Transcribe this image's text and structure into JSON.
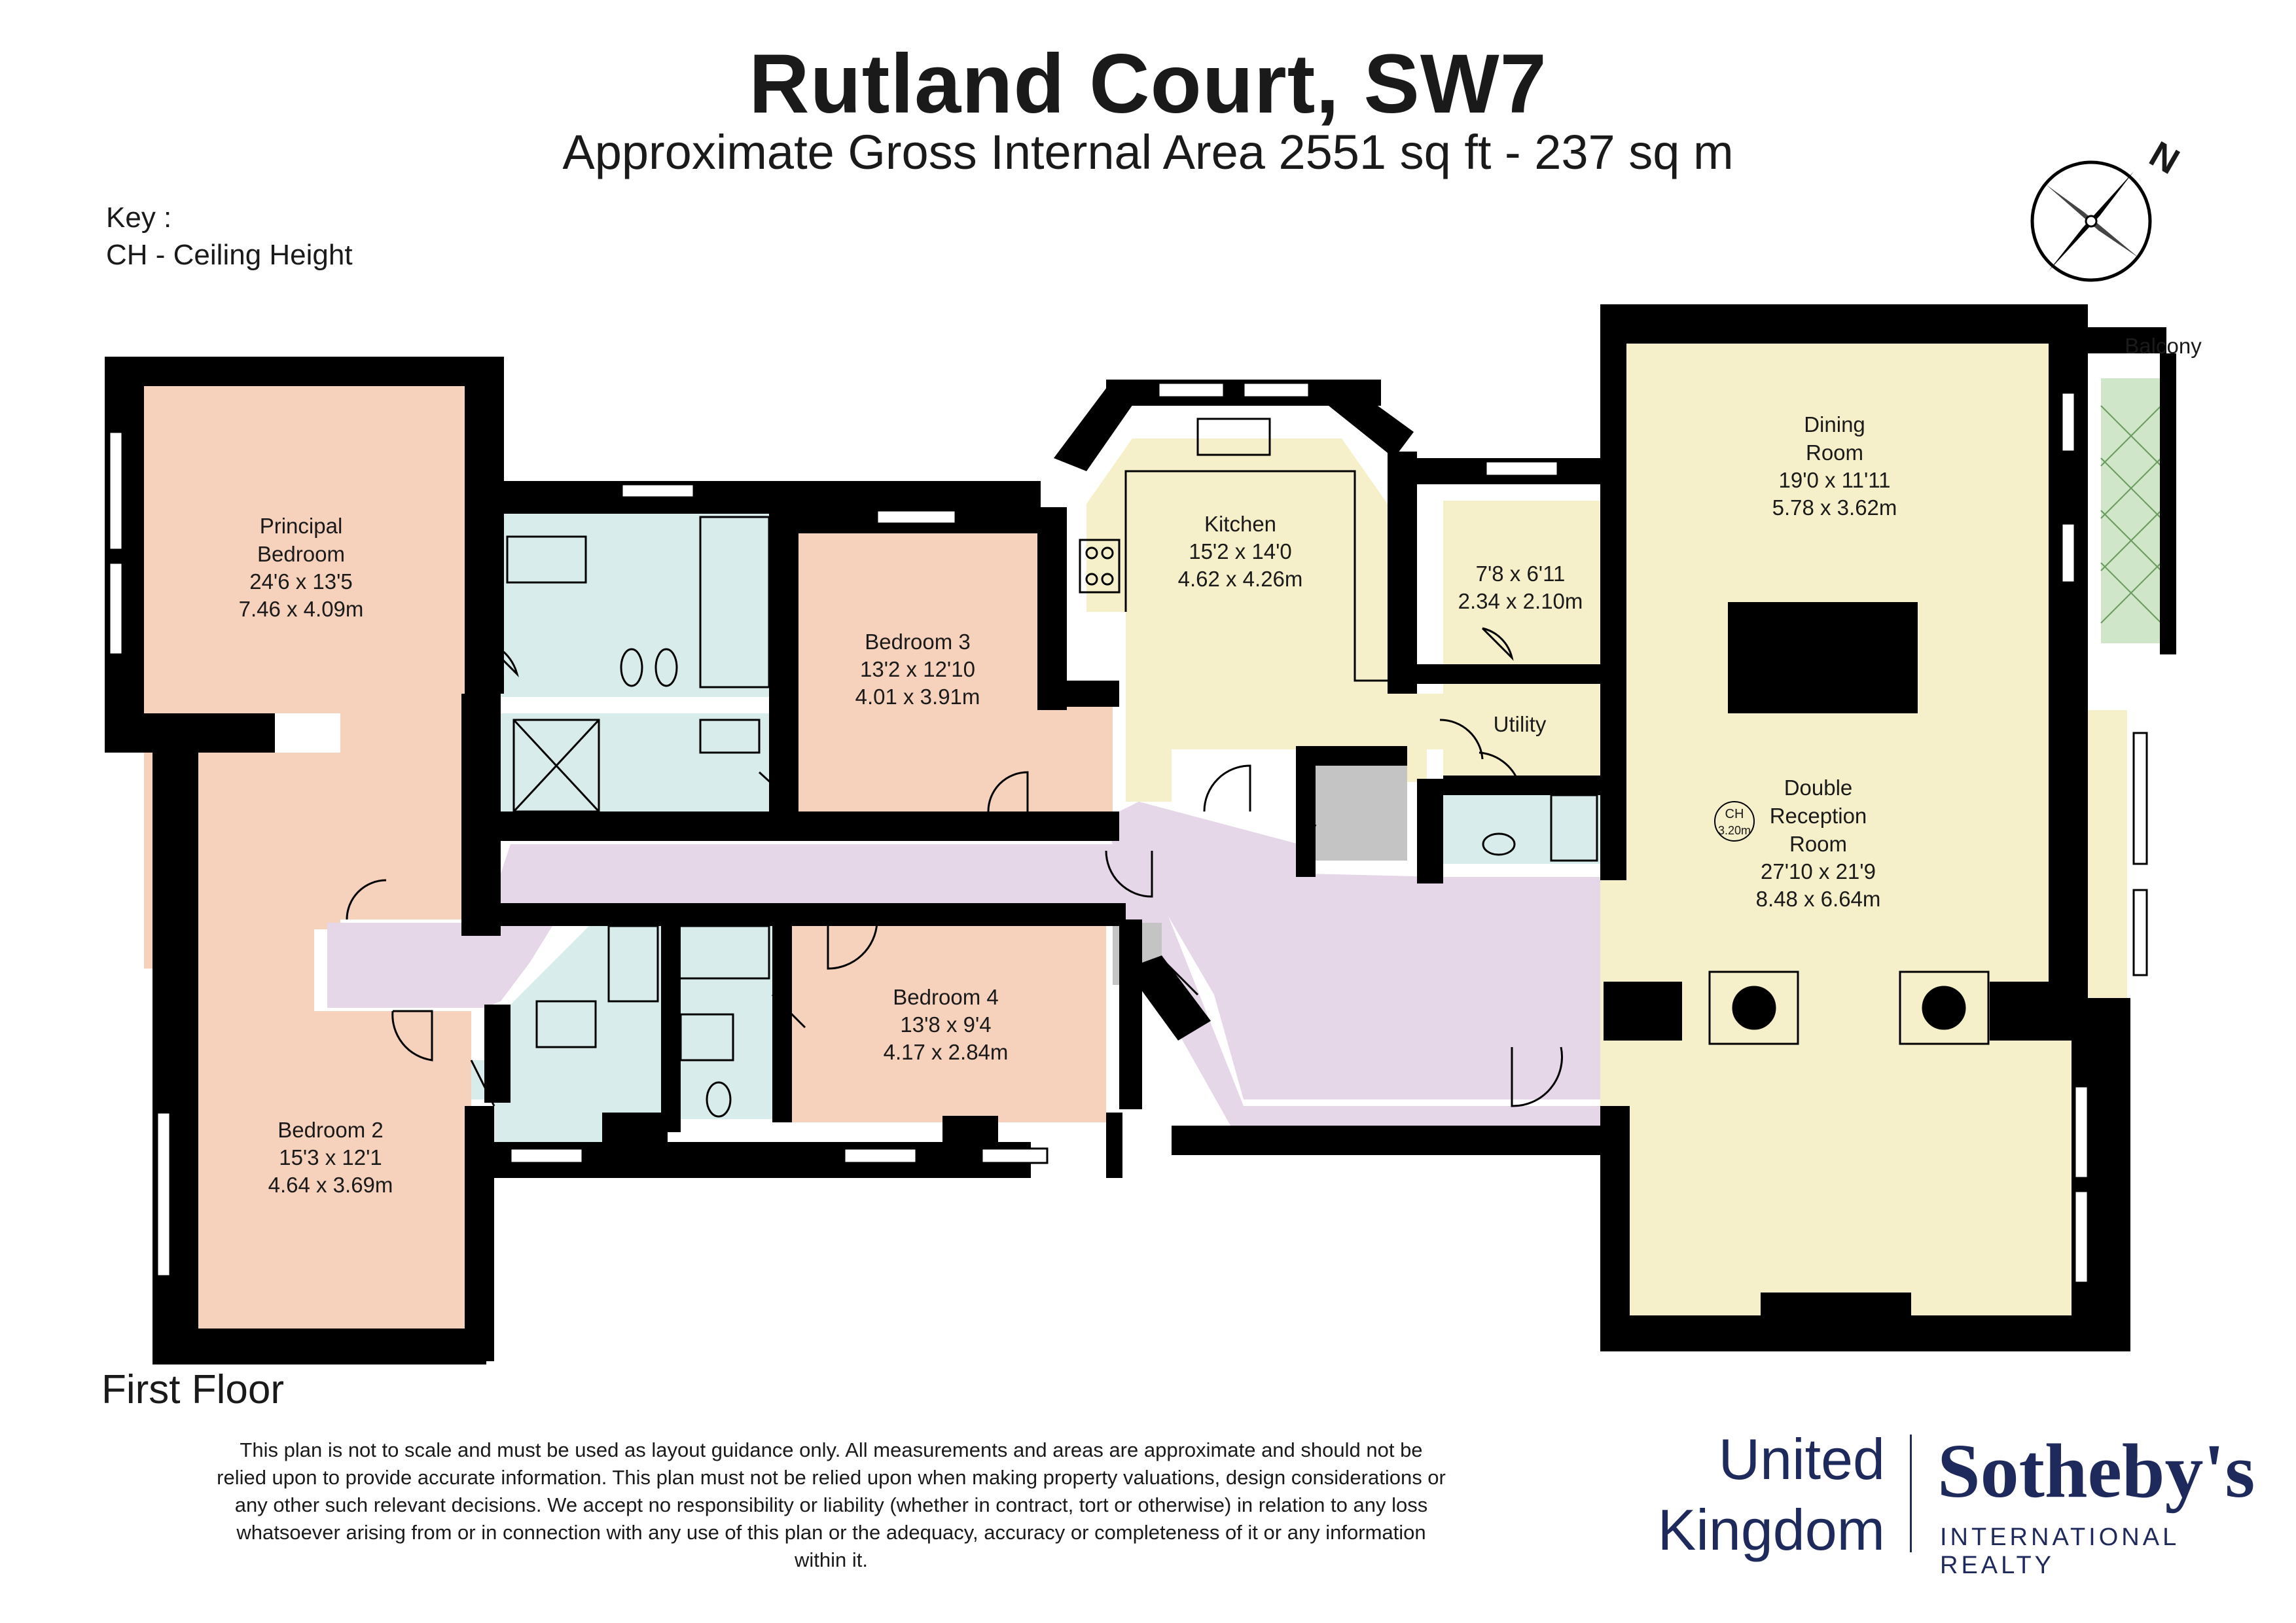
{
  "header": {
    "title": "Rutland Court, SW7",
    "subtitle": "Approximate Gross Internal Area 2551 sq ft - 237 sq m"
  },
  "key": {
    "title": "Key :",
    "line": "CH - Ceiling Height"
  },
  "compass": {
    "label": "N"
  },
  "rooms": {
    "principal": {
      "name1": "Principal",
      "name2": "Bedroom",
      "imperial": "24'6 x 13'5",
      "metric": "7.46 x 4.09m"
    },
    "bedroom3": {
      "name": "Bedroom 3",
      "imperial": "13'2 x 12'10",
      "metric": "4.01 x 3.91m"
    },
    "kitchen": {
      "name": "Kitchen",
      "imperial": "15'2 x 14'0",
      "metric": "4.62 x 4.26m"
    },
    "small": {
      "imperial": "7'8 x 6'11",
      "metric": "2.34 x 2.10m"
    },
    "utility": {
      "name": "Utility"
    },
    "dining": {
      "name1": "Dining",
      "name2": "Room",
      "imperial": "19'0 x 11'11",
      "metric": "5.78 x 3.62m"
    },
    "balcony": {
      "name": "Balcony"
    },
    "reception": {
      "name1": "Double",
      "name2": "Reception",
      "name3": "Room",
      "imperial": "27'10 x 21'9",
      "metric": "8.48 x 6.64m"
    },
    "ch": {
      "label": "CH",
      "value": "3.20m"
    },
    "bedroom4": {
      "name": "Bedroom 4",
      "imperial": "13'8 x 9'4",
      "metric": "4.17 x 2.84m"
    },
    "bedroom2": {
      "name": "Bedroom 2",
      "imperial": "15'3 x 12'1",
      "metric": "4.64 x 3.69m"
    }
  },
  "colors": {
    "wall": "#000000",
    "bedroom": "#f6d1bb",
    "bathroom": "#d9ecec",
    "hallway": "#e5d6e8",
    "kitchen": "#f5f0c9",
    "reception": "#f5f0c9",
    "balcony": "#cfe6c8",
    "storage": "#c4c4c4"
  },
  "footer": {
    "floor": "First Floor",
    "disclaimer": "This plan is not to scale and must be used as layout guidance only. All measurements and areas are approximate and should not be relied upon to provide accurate information. This plan must not be relied upon when making property valuations, design considerations or any other such relevant decisions. We accept no responsibility or liability (whether in contract, tort or otherwise) in relation to any loss whatsoever arising from or in connection with any use of this plan or the adequacy, accuracy or completeness of it or any information within it."
  },
  "logo": {
    "region1": "United",
    "region2": "Kingdom",
    "brand": "Sotheby's",
    "tagline": "INTERNATIONAL REALTY"
  }
}
